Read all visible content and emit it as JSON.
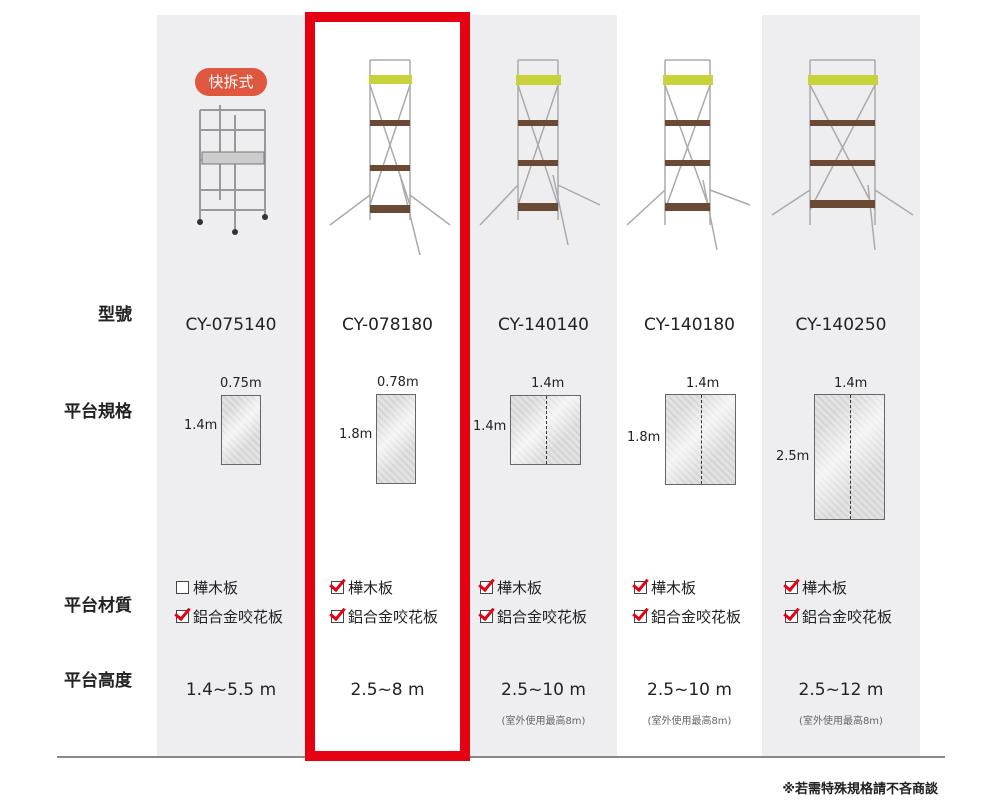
{
  "row_labels": {
    "model": "型號",
    "platform_size": "平台規格",
    "platform_material": "平台材質",
    "platform_height": "平台高度"
  },
  "badge": "快拆式",
  "products": [
    {
      "model": "CY-075140",
      "width": "0.75m",
      "length": "1.4m",
      "materials": [
        {
          "label": "樺木板",
          "checked": false
        },
        {
          "label": "鋁合金咬花板",
          "checked": true
        }
      ],
      "height": "1.4~5.5 m",
      "note": ""
    },
    {
      "model": "CY-078180",
      "width": "0.78m",
      "length": "1.8m",
      "materials": [
        {
          "label": "樺木板",
          "checked": true
        },
        {
          "label": "鋁合金咬花板",
          "checked": true
        }
      ],
      "height": "2.5~8 m",
      "note": ""
    },
    {
      "model": "CY-140140",
      "width": "1.4m",
      "length": "1.4m",
      "materials": [
        {
          "label": "樺木板",
          "checked": true
        },
        {
          "label": "鋁合金咬花板",
          "checked": true
        }
      ],
      "height": "2.5~10 m",
      "note": "(室外使用最高8m)"
    },
    {
      "model": "CY-140180",
      "width": "1.4m",
      "length": "1.8m",
      "materials": [
        {
          "label": "樺木板",
          "checked": true
        },
        {
          "label": "鋁合金咬花板",
          "checked": true
        }
      ],
      "height": "2.5~10 m",
      "note": "(室外使用最高8m)"
    },
    {
      "model": "CY-140250",
      "width": "1.4m",
      "length": "2.5m",
      "materials": [
        {
          "label": "樺木板",
          "checked": true
        },
        {
          "label": "鋁合金咬花板",
          "checked": true
        }
      ],
      "height": "2.5~12 m",
      "note": "(室外使用最高8m)"
    }
  ],
  "selected_index": 1,
  "footnote": "※若需特殊規格請不吝商談",
  "colors": {
    "highlight": "#e60012",
    "badge": "#e0573f",
    "column_gray": "#eeeef0"
  }
}
